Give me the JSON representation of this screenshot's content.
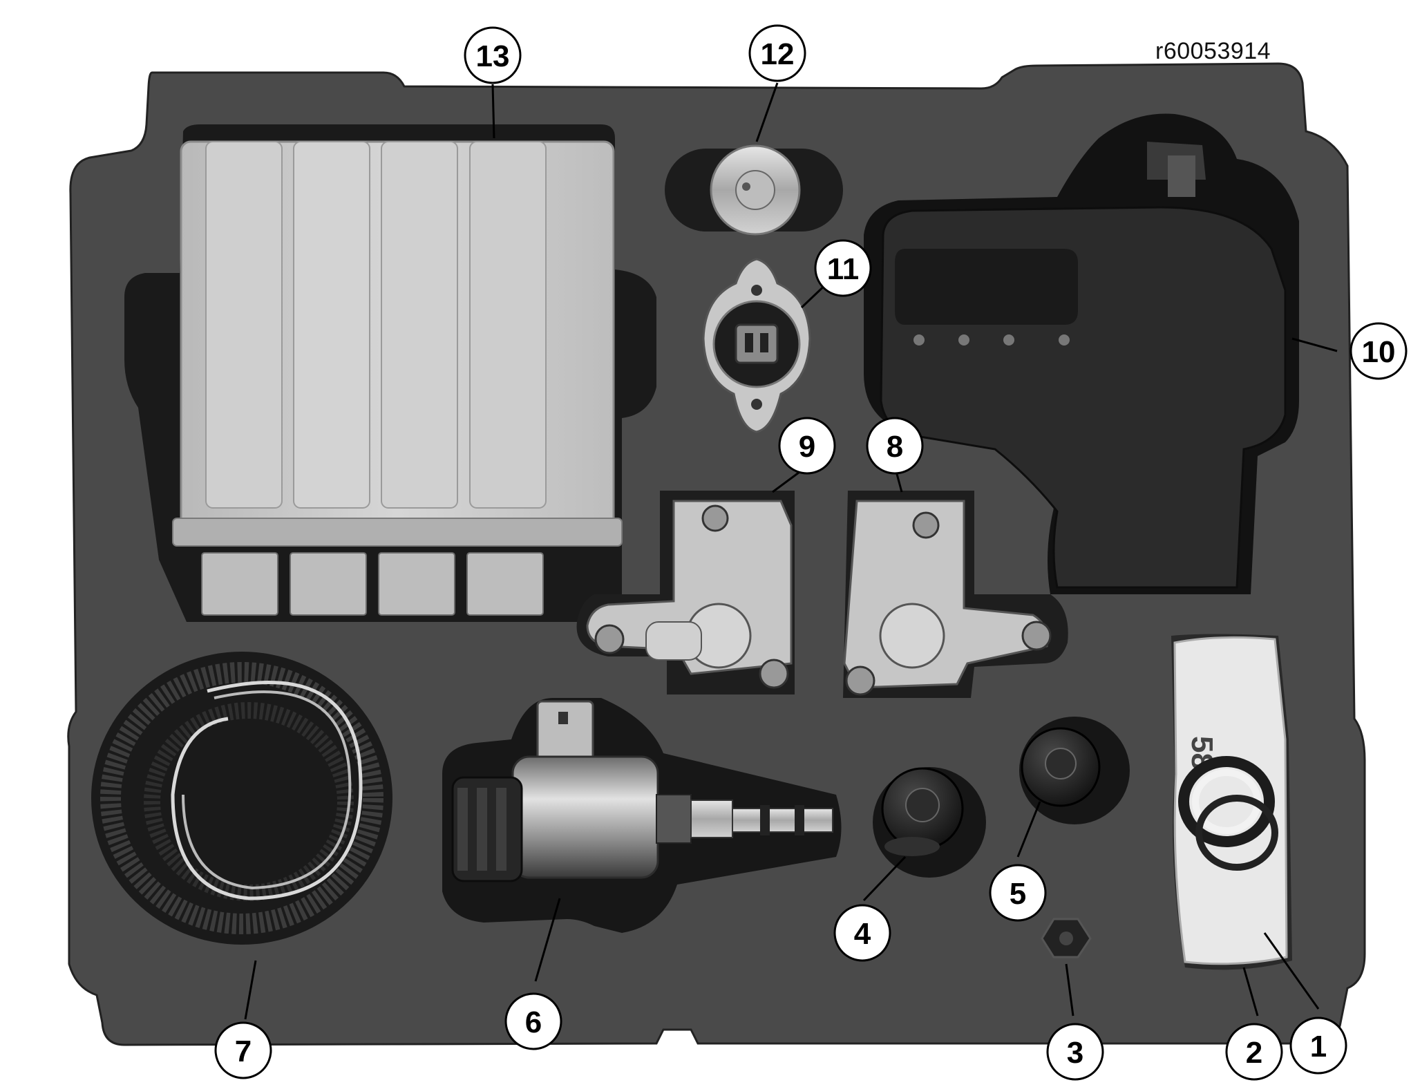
{
  "figure": {
    "reference_code": "r60053914",
    "colors": {
      "foam": "#4a4a4a",
      "foam_dark": "#1c1c1c",
      "pocket": "#202020",
      "ecu_housing": "#c8c8c8",
      "metal": "#cfcfcf",
      "black_part": "#2a2a2a",
      "callout_bg": "#ffffff",
      "callout_stroke": "#000000"
    },
    "callouts": [
      {
        "number": "1"
      },
      {
        "number": "2"
      },
      {
        "number": "3"
      },
      {
        "number": "4"
      },
      {
        "number": "5"
      },
      {
        "number": "6"
      },
      {
        "number": "7"
      },
      {
        "number": "8"
      },
      {
        "number": "9"
      },
      {
        "number": "10"
      },
      {
        "number": "11"
      },
      {
        "number": "12"
      },
      {
        "number": "13"
      }
    ]
  }
}
